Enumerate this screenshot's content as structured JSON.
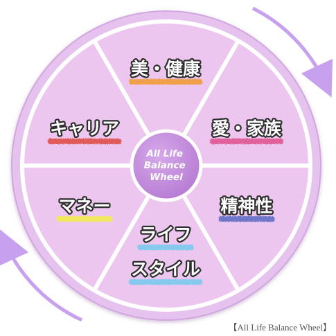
{
  "wheel": {
    "center_label_lines": [
      "All Life",
      "Balance",
      "Wheel"
    ],
    "segments": [
      {
        "lines": [
          "美・健康"
        ],
        "underline_color": "#f0a04c"
      },
      {
        "lines": [
          "愛・家族"
        ],
        "underline_color": "#e0609a"
      },
      {
        "lines": [
          "精神性"
        ],
        "underline_color": "#6f77c9"
      },
      {
        "lines": [
          "ライフ",
          "スタイル"
        ],
        "underline_color": "#86c9ee"
      },
      {
        "lines": [
          "マネー"
        ],
        "underline_color": "#f2e85e"
      },
      {
        "lines": [
          "キャリア"
        ],
        "underline_color": "#e05a5a"
      }
    ],
    "colors": {
      "outer_ring": "#e6c3ee",
      "segment_fill": "#ecc6ef",
      "center_fill": "#c48cde",
      "arrow": "#c7a0ee"
    }
  },
  "caption": "【All Life Balance Wheel】"
}
